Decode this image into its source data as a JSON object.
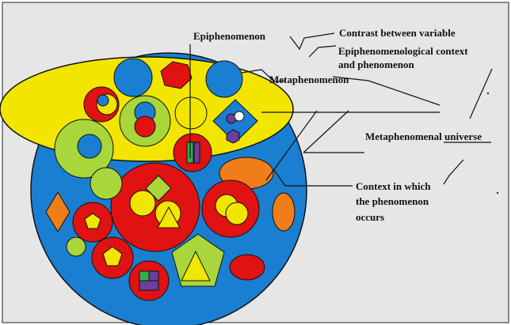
{
  "labels": {
    "epiphenomenon": "Epiphenomenon",
    "contrast": "Contrast between variable",
    "epi_context_line1": "Epiphenomenological context",
    "epi_context_line2": "and phenomenon",
    "metaphenomenon": "Metaphenomenon",
    "universe": "Metaphenomenal universe",
    "context_line1": "Context in which",
    "context_line2": "the phenomenon",
    "context_line3": "occurs"
  },
  "colors": {
    "background": "#e6e6e6",
    "blue": "#1a7fd1",
    "red": "#e01212",
    "yellow": "#f2e600",
    "green": "#a9d63a",
    "orange": "#f07d1a",
    "purple": "#6a3fa0",
    "line": "#111111"
  }
}
